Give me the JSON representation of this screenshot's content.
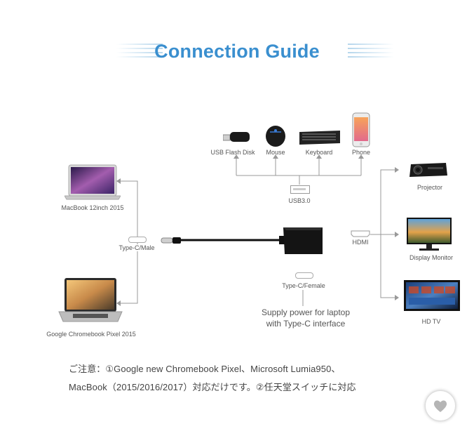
{
  "title": "Connection Guide",
  "laptops": {
    "macbook_label": "MacBook 12inch 2015",
    "chromebook_label": "Google Chromebook Pixel 2015",
    "connector_label": "Type-C/Male"
  },
  "peripherals": {
    "usb_flash": "USB Flash Disk",
    "mouse": "Mouse",
    "keyboard": "Keyboard",
    "phone": "Phone",
    "usb_port_label": "USB3.0"
  },
  "outputs": {
    "hdmi_label": "HDMI",
    "projector": "Projector",
    "monitor": "Display Monitor",
    "tv": "HD TV"
  },
  "power": {
    "port_label": "Type-C/Female",
    "supply_line1": "Supply power for laptop",
    "supply_line2": "with Type-C interface"
  },
  "notes": {
    "line1": "ご注意：①Google new Chromebook Pixel、Microsoft Lumia950、",
    "line2": "MacBook（2015/2016/2017）対応だけです。②任天堂スイッチに対応"
  },
  "colors": {
    "title_blue": "#3a8fcf",
    "line_gray": "#999999",
    "device_black": "#111111"
  }
}
